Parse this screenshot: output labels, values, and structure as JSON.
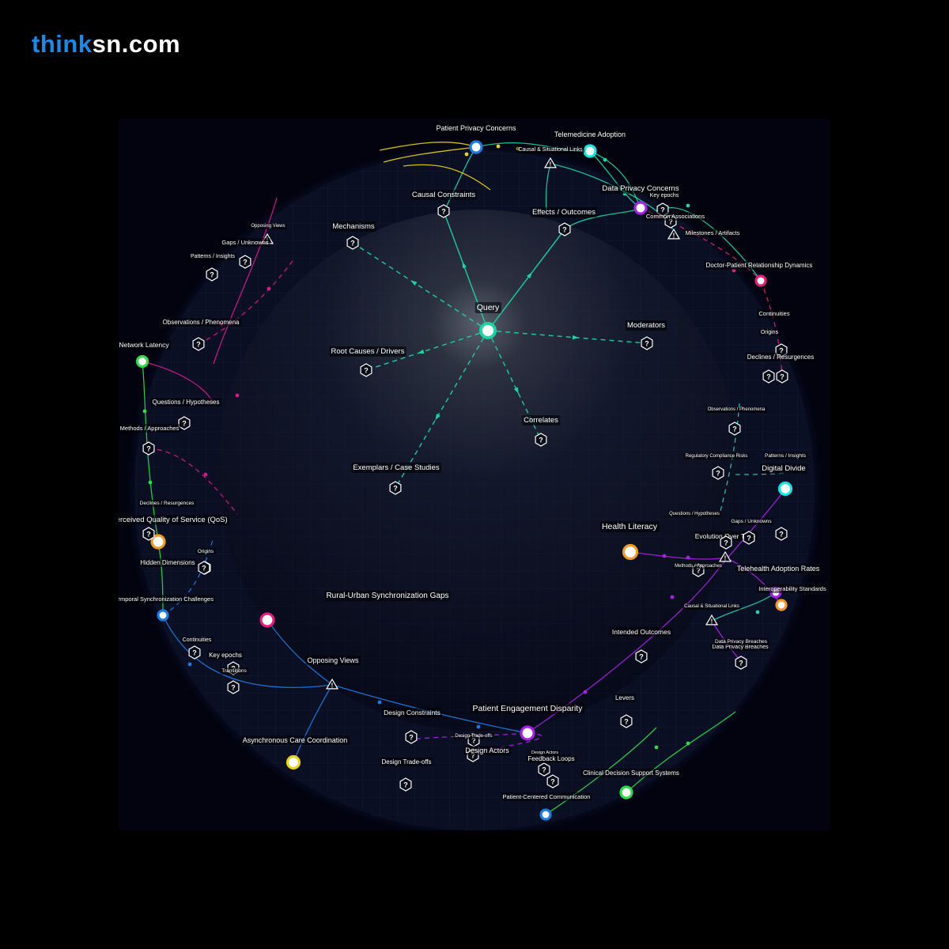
{
  "brand": {
    "prefix": "think",
    "suffix": "sn.com"
  },
  "colors": {
    "teal": "#1fd3a3",
    "cyan": "#18e3df",
    "yellow": "#e8d21c",
    "magenta": "#d21d8a",
    "violet": "#a622e6",
    "green": "#30d94b",
    "blue": "#1e7be0",
    "orange": "#f09a2a",
    "pink": "#e0207a",
    "background": "#02030f"
  },
  "diagram": {
    "center": {
      "label": "Query"
    },
    "primary_branches": [
      "Mechanisms",
      "Causal Constraints",
      "Effects / Outcomes",
      "Moderators",
      "Root Causes / Drivers",
      "Correlates",
      "Exemplars / Case Studies"
    ],
    "topics": [
      "Patient Privacy Concerns",
      "Telemedicine Adoption",
      "Data Privacy Concerns",
      "Doctor-Patient Relationship Dynamics",
      "Network Latency",
      "Perceived Quality of Service (QoS)",
      "Temporal Synchronization Challenges",
      "Rural-Urban Synchronization Gaps",
      "Asynchronous Care Coordination",
      "Patient Engagement Disparity",
      "Patient-Centered Communication",
      "Clinical Decision Support Systems",
      "Health Literacy",
      "Digital Divide",
      "Telehealth Adoption Rates",
      "Interoperability Standards",
      "Data Privacy Breaches"
    ],
    "facets": [
      "Causal & Situational Links",
      "Key epochs",
      "Common Associations",
      "Milestones / Artifacts",
      "Continuities",
      "Origins",
      "Declines / Resurgences",
      "Opposing Views",
      "Gaps / Unknowns",
      "Patterns / Insights",
      "Observations / Phenomena",
      "Questions / Hypotheses",
      "Methods / Approaches",
      "Declines / Resurgences",
      "Hidden Dimensions",
      "Origins",
      "Continuities",
      "Key epochs",
      "Transitions",
      "Opposing Views",
      "Design Constraints",
      "Design Trade-offs",
      "Design Trade-offs",
      "Design Actors",
      "Design Actors",
      "Feedback Loops",
      "Levers",
      "Intended Outcomes",
      "Evolution Over Time",
      "Observations / Phenomena",
      "Regulatory Compliance Risks",
      "Patterns / Insights",
      "Questions / Hypotheses",
      "Gaps / Unknowns",
      "Methods / Approaches",
      "Causal & Situational Links",
      "Data Privacy Breaches"
    ]
  }
}
